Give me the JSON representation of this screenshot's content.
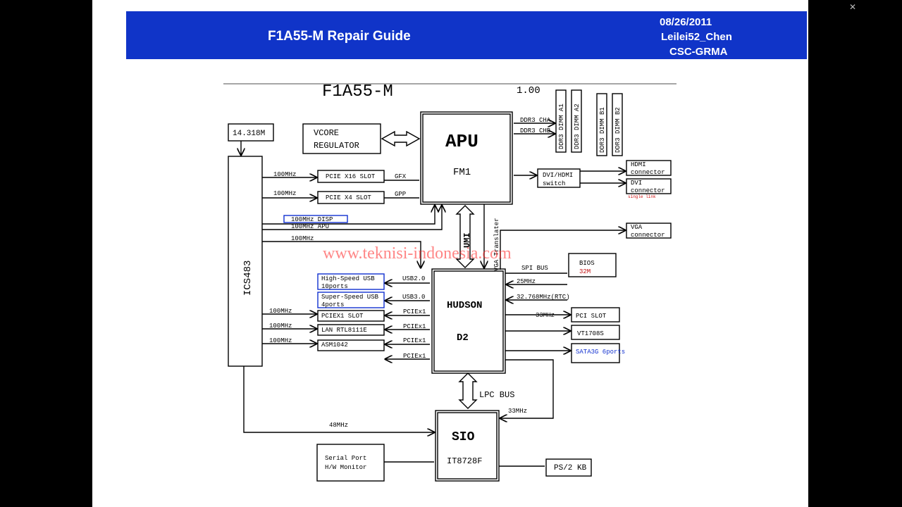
{
  "header": {
    "title": "F1A55-M Repair Guide",
    "date": "08/26/2011",
    "author": "Leilei52_Chen",
    "dept": "CSC-GRMA",
    "color": "#1034c8"
  },
  "window": {
    "close_icon": "close-icon"
  },
  "watermark": "www.teknisi-indonesia.com",
  "diagram": {
    "title": "F1A55-M",
    "version": "1.00",
    "clock": "14.318M",
    "clockgen": "ICS483",
    "vcore": [
      "VCORE",
      "REGULATOR"
    ],
    "apu": {
      "name": "APU",
      "sub": "FM1"
    },
    "ddr_cha": "DDR3 CHA",
    "ddr_chb": "DDR3 CHB",
    "dimms": [
      "DDR3 DIMM A1",
      "DDR3 DIMM A2",
      "DDR3 DIMM B1",
      "DDR3 DIMM B2"
    ],
    "pcie_x16": "PCIE X16 SLOT",
    "pcie_x4": "PCIE X4 SLOT",
    "gfx": "GFX",
    "gpp": "GPP",
    "freq_100": "100MHz",
    "disp": "100MHz DISP",
    "apu_clk": "100MHz APU",
    "dvi_switch": [
      "DVI/HDMI",
      "switch"
    ],
    "hdmi": [
      "HDMI",
      "connector"
    ],
    "dvi": [
      "DVI",
      "connector"
    ],
    "single_link": "single link",
    "vga": [
      "VGA",
      "connector"
    ],
    "umi": "UMI",
    "vga_translator": "VGA Translater",
    "spi_bus": "SPI BUS",
    "bios": [
      "BIOS",
      "32M"
    ],
    "clk_25": "25MHz",
    "clk_rtc": "32.768MHz(RTC)",
    "clk_33": "33MHz",
    "clk_48": "48MHz",
    "hudson": [
      "HUDSON",
      "D2"
    ],
    "usb_hs": [
      "High-Speed USB",
      "10ports"
    ],
    "usb_ss": [
      "Super-Speed USB",
      "4ports"
    ],
    "usb2": "USB2.0",
    "usb3": "USB3.0",
    "pciex1_slot": "PCIEX1 SLOT",
    "lan": "LAN RTL8111E",
    "asm": "ASM1042",
    "pciex1": "PCIEx1",
    "pci_slot": "PCI SLOT",
    "vt": "VT1708S",
    "sata": "SATA3G 6ports",
    "lpc_bus": "LPC BUS",
    "sio": {
      "name": "SIO",
      "sub": "IT8728F"
    },
    "serial": [
      "Serial Port",
      "H/W Monitor"
    ],
    "ps2": "PS/2 KB"
  }
}
